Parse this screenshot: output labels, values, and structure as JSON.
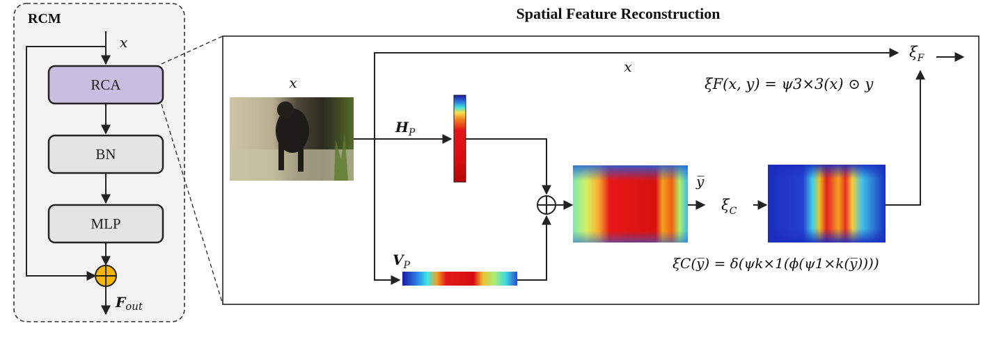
{
  "rcm": {
    "title": "RCM",
    "input": "x",
    "blocks": [
      "RCA",
      "BN",
      "MLP"
    ],
    "output": "F",
    "output_sub": "out"
  },
  "sfr": {
    "title": "Spatial Feature Reconstruction",
    "x_image_label": "x",
    "x_top_label": "x",
    "hp": "H",
    "hp_sub": "P",
    "vp": "V",
    "vp_sub": "P",
    "ybar": "y̅",
    "xi_c": "ξ",
    "xi_c_sub": "C",
    "xi_f": "ξ",
    "xi_f_sub": "F",
    "eq_f": "ξF(x, y) = ψ3×3(x) ⊙ y",
    "eq_c": "ξC(y̅) = δ(ψk×1(ϕ(ψ1×k(y̅))))"
  },
  "colors": {
    "rca_fill": "#c6bfe0",
    "gray_fill": "#e4e4e4",
    "panel_fill": "#f3f3f3",
    "add_fill": "#f7b500"
  }
}
